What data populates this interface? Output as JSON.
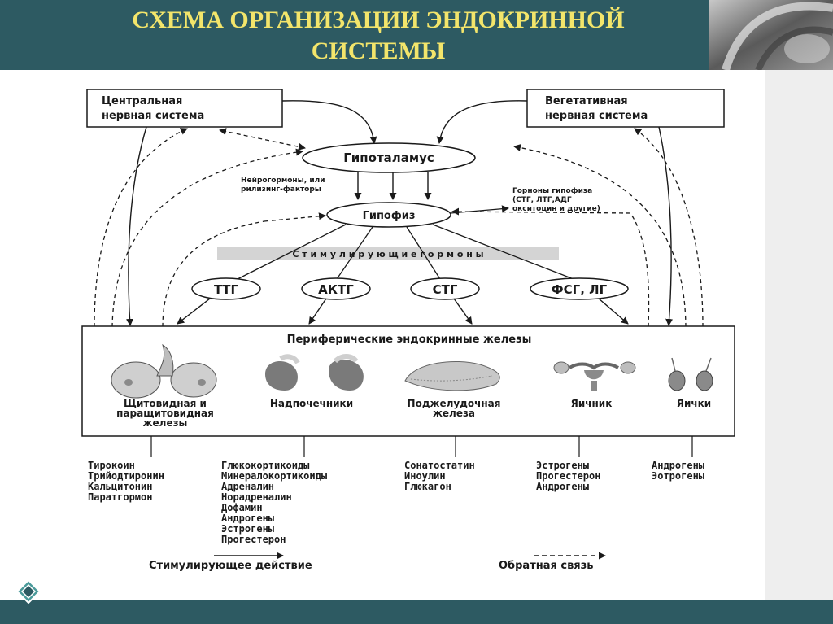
{
  "slide": {
    "title_line1": "СХЕМА ОРГАНИЗАЦИИ ЭНДОКРИННОЙ",
    "title_line2": "СИСТЕМЫ"
  },
  "colors": {
    "header_bg": "#2d5a62",
    "title_text": "#f3e56b",
    "sidebar_bg": "#eeeeee",
    "diagram_ink": "#1a1a1a"
  },
  "diagram": {
    "cns_line1": "Центральная",
    "cns_line2": "нервная система",
    "ans_line1": "Вегетативная",
    "ans_line2": "нервная система",
    "hypothalamus": "Гипоталамус",
    "neurohormones_line1": "Нейрогормоны, или",
    "neurohormones_line2": "рилизинг-факторы",
    "pituitary": "Гипофиз",
    "pit_hormones_line1": "Горноны гипофиза",
    "pit_hormones_line2": "(СТГ, ЛТГ,АДГ",
    "pit_hormones_line3": "окситоцин и другие)",
    "stimulating_bar": "С т и м у л и р у ю щ и е   г о р м о н ы",
    "h_ttg": "ТТГ",
    "h_actg": "АКТГ",
    "h_stg": "СТГ",
    "h_fsg": "ФСГ, ЛГ",
    "peripheral_title": "Периферические эндокринные железы",
    "glands": [
      {
        "l1": "Щитовидная и",
        "l2": "паращитовидная",
        "l3": "железы"
      },
      {
        "l1": "Надпочечники"
      },
      {
        "l1": "Поджелудочная",
        "l2": "железа"
      },
      {
        "l1": "Яичник"
      },
      {
        "l1": "Яички"
      }
    ],
    "hormone_lists": [
      [
        "Тирокоин",
        "Трийодтиронин",
        "Кальцитонин",
        "Паратгормон"
      ],
      [
        "Глюкокортикоиды",
        "Минералокортикоиды",
        "Адреналин",
        "Норадреналин",
        "Дофамин",
        "Андрогены",
        "Эстрогены",
        "Прогестерон"
      ],
      [
        "Сонатостатин",
        "Иноулин",
        "Глюкагон"
      ],
      [
        "Эстрогены",
        "Прогестерон",
        "Андрогены"
      ],
      [
        "Андрогены",
        "Эотрогены"
      ]
    ],
    "legend_solid": "Стимулирующее действие",
    "legend_dashed": "Обратная связь"
  }
}
